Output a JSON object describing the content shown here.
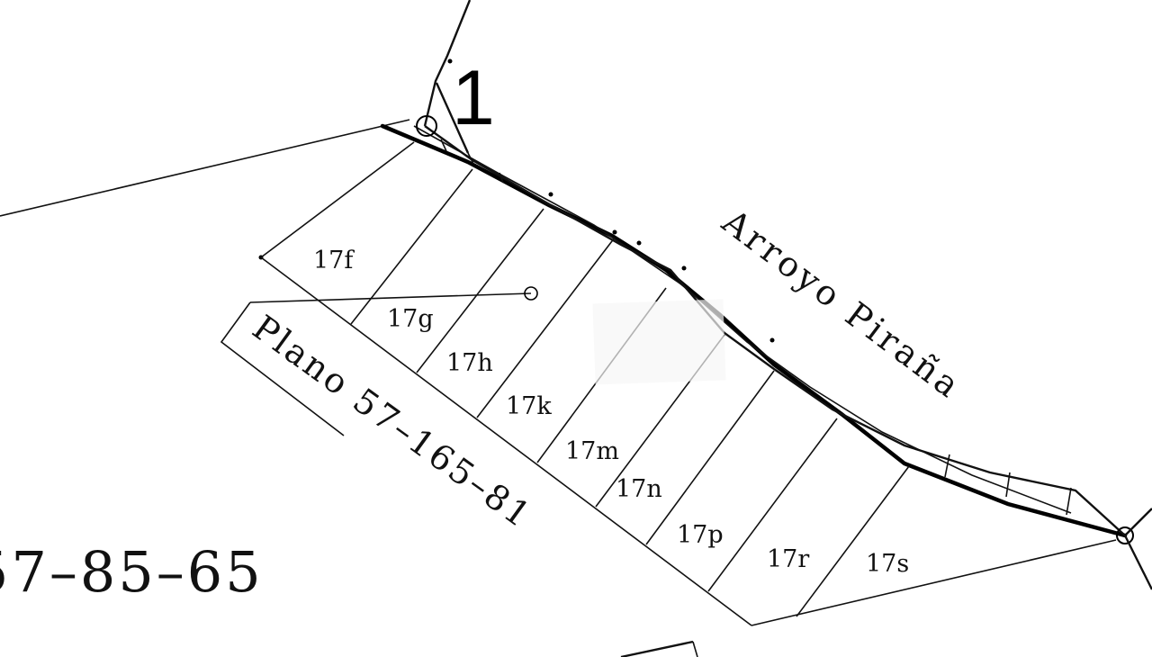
{
  "map": {
    "vertex_label": "1",
    "stream_name": "Arroyo Piraña",
    "plano_reference": "Plano 57–165–81",
    "left_reference": "57–85–65",
    "lots": [
      {
        "id": "17f"
      },
      {
        "id": "17g"
      },
      {
        "id": "17h"
      },
      {
        "id": "17k"
      },
      {
        "id": "17m"
      },
      {
        "id": "17n"
      },
      {
        "id": "17p"
      },
      {
        "id": "17r"
      },
      {
        "id": "17s"
      }
    ]
  }
}
